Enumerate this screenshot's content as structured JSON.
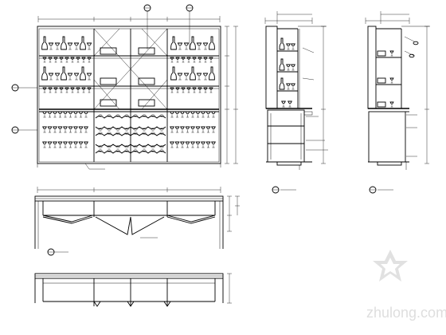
{
  "watermark": {
    "text": "zhulong.com"
  },
  "colors": {
    "line": "#000000",
    "watermark": "#c4c4c4"
  },
  "views": [
    {
      "name": "front-elevation",
      "bottles_rows": 2,
      "wine_rack_wave_rows": 5
    },
    {
      "name": "section-a",
      "shelves": 4,
      "drawers": 3
    },
    {
      "name": "section-b",
      "shelves": 3
    },
    {
      "name": "plan-top"
    },
    {
      "name": "plan-bottom",
      "doors": 4
    }
  ]
}
